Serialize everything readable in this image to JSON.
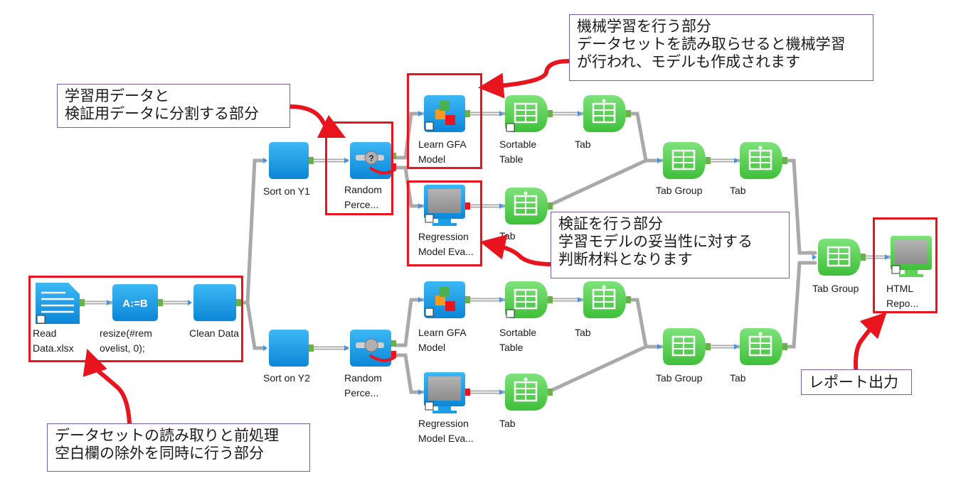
{
  "nodes": {
    "read": {
      "line1": "Read",
      "line2": "Data.xlsx"
    },
    "resize": {
      "icon_text": "A:=B",
      "line1": "resize(#rem",
      "line2": "ovelist, 0);"
    },
    "clean": {
      "line1": "Clean Data"
    },
    "sort1": {
      "line1": "Sort on Y1"
    },
    "sort2": {
      "line1": "Sort on Y2"
    },
    "random1": {
      "line1": "Random",
      "line2": "Perce..."
    },
    "random2": {
      "line1": "Random",
      "line2": "Perce..."
    },
    "learn1": {
      "line1": "Learn GFA",
      "line2": "Model"
    },
    "learn2": {
      "line1": "Learn GFA",
      "line2": "Model"
    },
    "sortable1": {
      "line1": "Sortable",
      "line2": "Table"
    },
    "sortable2": {
      "line1": "Sortable",
      "line2": "Table"
    },
    "tab1": {
      "line1": "Tab"
    },
    "tab2": {
      "line1": "Tab"
    },
    "regeval1": {
      "line1": "Regression",
      "line2": "Model Eva..."
    },
    "regeval2": {
      "line1": "Regression",
      "line2": "Model Eva..."
    },
    "tabeval1": {
      "line1": "Tab"
    },
    "tabeval2": {
      "line1": "Tab"
    },
    "tabgroup1": {
      "line1": "Tab Group"
    },
    "tabgroup2": {
      "line1": "Tab Group"
    },
    "tabg1": {
      "line1": "Tab"
    },
    "tabg2": {
      "line1": "Tab"
    },
    "tabgroup_final": {
      "line1": "Tab Group"
    },
    "html": {
      "line1": "HTML",
      "line2": "Repo..."
    },
    "random_q": "?"
  },
  "callouts": {
    "ml": {
      "lines": [
        "機械学習を行う部分",
        "データセットを読み取らせると機械学習",
        "が行われ、モデルも作成されます"
      ]
    },
    "split": {
      "lines": [
        "学習用データと",
        "検証用データに分割する部分"
      ]
    },
    "verify": {
      "lines": [
        "検証を行う部分",
        "学習モデルの妥当性に対する",
        "判断材料となります"
      ]
    },
    "dataset": {
      "lines": [
        "データセットの読み取りと前処理",
        "空白欄の除外を同時に行う部分"
      ]
    },
    "report": {
      "lines": [
        "レポート出力"
      ]
    }
  },
  "colors": {
    "blue_node": "#1a9ee8",
    "green_node": "#5fd35a",
    "gray_screen": "#9a9a9a",
    "highlight": "#e8141e",
    "callout_border": "#7b5aa6",
    "connector": "#a9a9a9"
  },
  "icons": {
    "read": "document-icon",
    "resize": "expression-icon",
    "clean": "clean-icon",
    "sort": "sort-icon",
    "random": "partition-icon",
    "learn": "cubes-icon",
    "table": "table-icon",
    "tab": "tab-sheet-icon",
    "monitor": "monitor-icon"
  }
}
